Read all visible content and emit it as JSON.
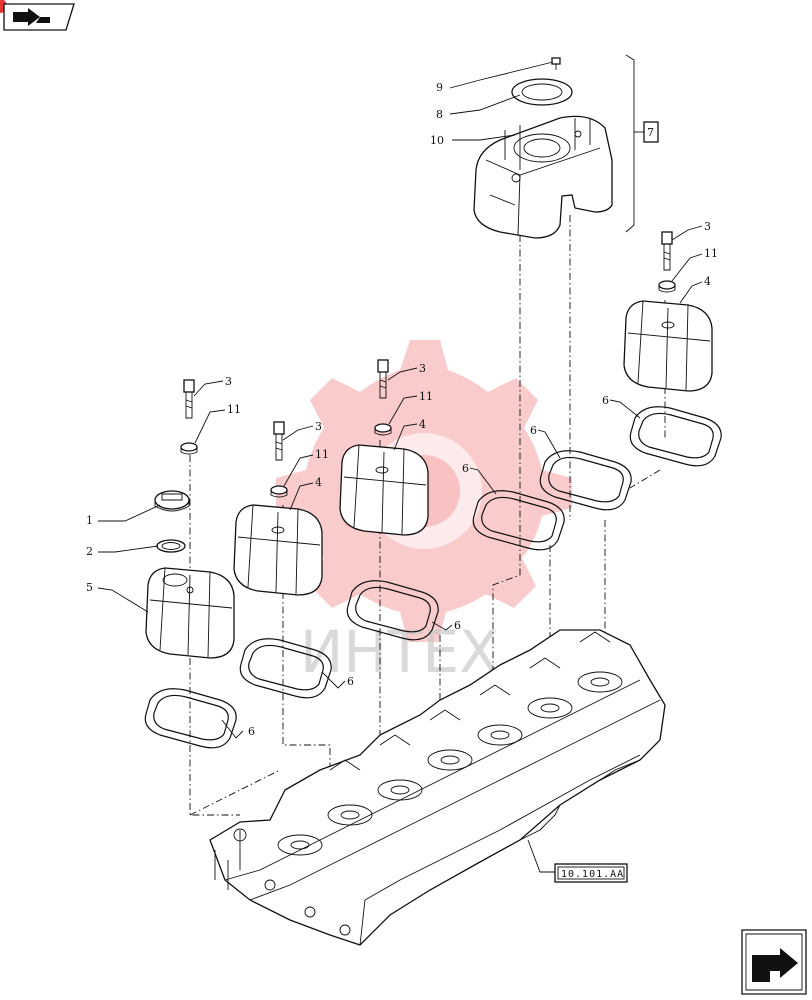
{
  "diagram": {
    "callouts": [
      "1",
      "2",
      "3",
      "4",
      "5",
      "6",
      "7",
      "8",
      "9",
      "10",
      "11"
    ],
    "reference_box": "10.101.AA",
    "group_box": "7",
    "watermark": "ИНТЕХ"
  },
  "nav": {
    "top_icon": "back-arrow-icon",
    "bottom_icon": "next-arrow-icon"
  },
  "colors": {
    "line": "#111111",
    "watermark": "#f4a0a0",
    "badge": "#e53935"
  }
}
